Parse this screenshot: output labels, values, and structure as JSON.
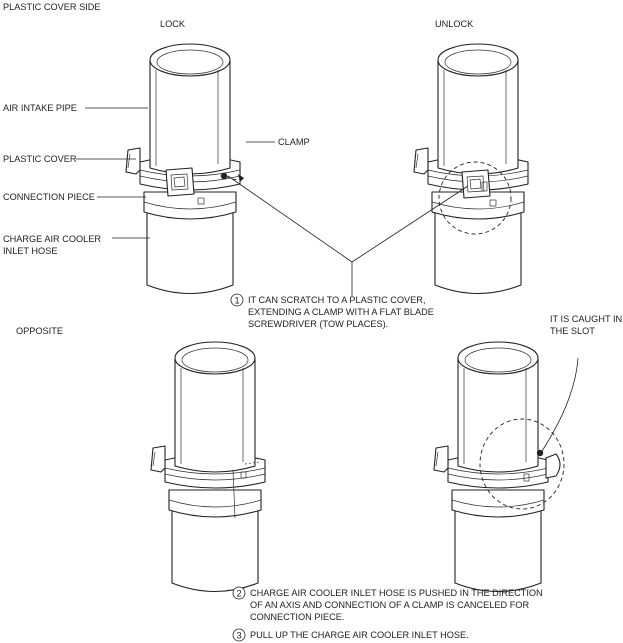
{
  "headings": {
    "plastic_cover_side": "PLASTIC COVER SIDE",
    "lock": "LOCK",
    "unlock": "UNLOCK",
    "opposite": "OPPOSITE"
  },
  "part_labels": {
    "air_intake_pipe": "AIR INTAKE PIPE",
    "plastic_cover": "PLASTIC COVER",
    "connection_piece": "CONNECTION PIECE",
    "charge_air_cooler_inlet_hose_line1": "CHARGE AIR COOLER",
    "charge_air_cooler_inlet_hose_line2": "INLET HOSE",
    "clamp": "CLAMP"
  },
  "callouts": {
    "slot_line1": "IT IS CAUGHT IN",
    "slot_line2": "THE SLOT"
  },
  "steps": [
    {
      "number": "1",
      "lines": [
        "IT CAN SCRATCH TO A PLASTIC COVER,",
        "EXTENDING A CLAMP WITH A FLAT BLADE",
        "SCREWDRIVER (TOW PLACES)."
      ]
    },
    {
      "number": "2",
      "lines": [
        "CHARGE AIR COOLER INLET HOSE IS PUSHED IN THE DIRECTION",
        "OF AN AXIS AND CONNECTION OF A CLAMP IS CANCELED FOR",
        "CONNECTION PIECE."
      ]
    },
    {
      "number": "3",
      "lines": [
        "PULL UP THE CHARGE AIR COOLER INLET HOSE."
      ]
    }
  ]
}
